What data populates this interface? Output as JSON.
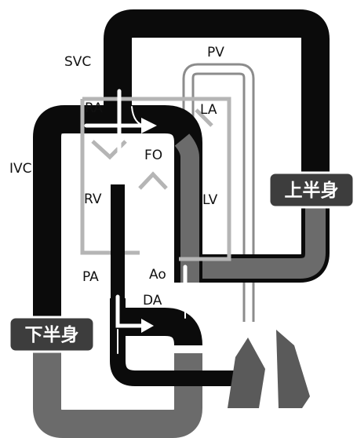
{
  "labels": {
    "svc": "SVC",
    "pv": "PV",
    "ra": "RA",
    "la": "LA",
    "ivc": "IVC",
    "fo": "FO",
    "rv": "RV",
    "lv": "LV",
    "pa": "PA",
    "ao": "Ao",
    "da": "DA"
  },
  "badges": {
    "upper_body": "上半身",
    "lower_body": "下半身"
  },
  "colors": {
    "deoxygenated": "#0b0b0b",
    "mixed": "#6b6b6b",
    "oxygenated": "#ffffff",
    "heart_outline": "#b5b5b5",
    "lung": "#5a5a5a",
    "badge": "#3d3d3d",
    "arrow": "#ffffff"
  }
}
